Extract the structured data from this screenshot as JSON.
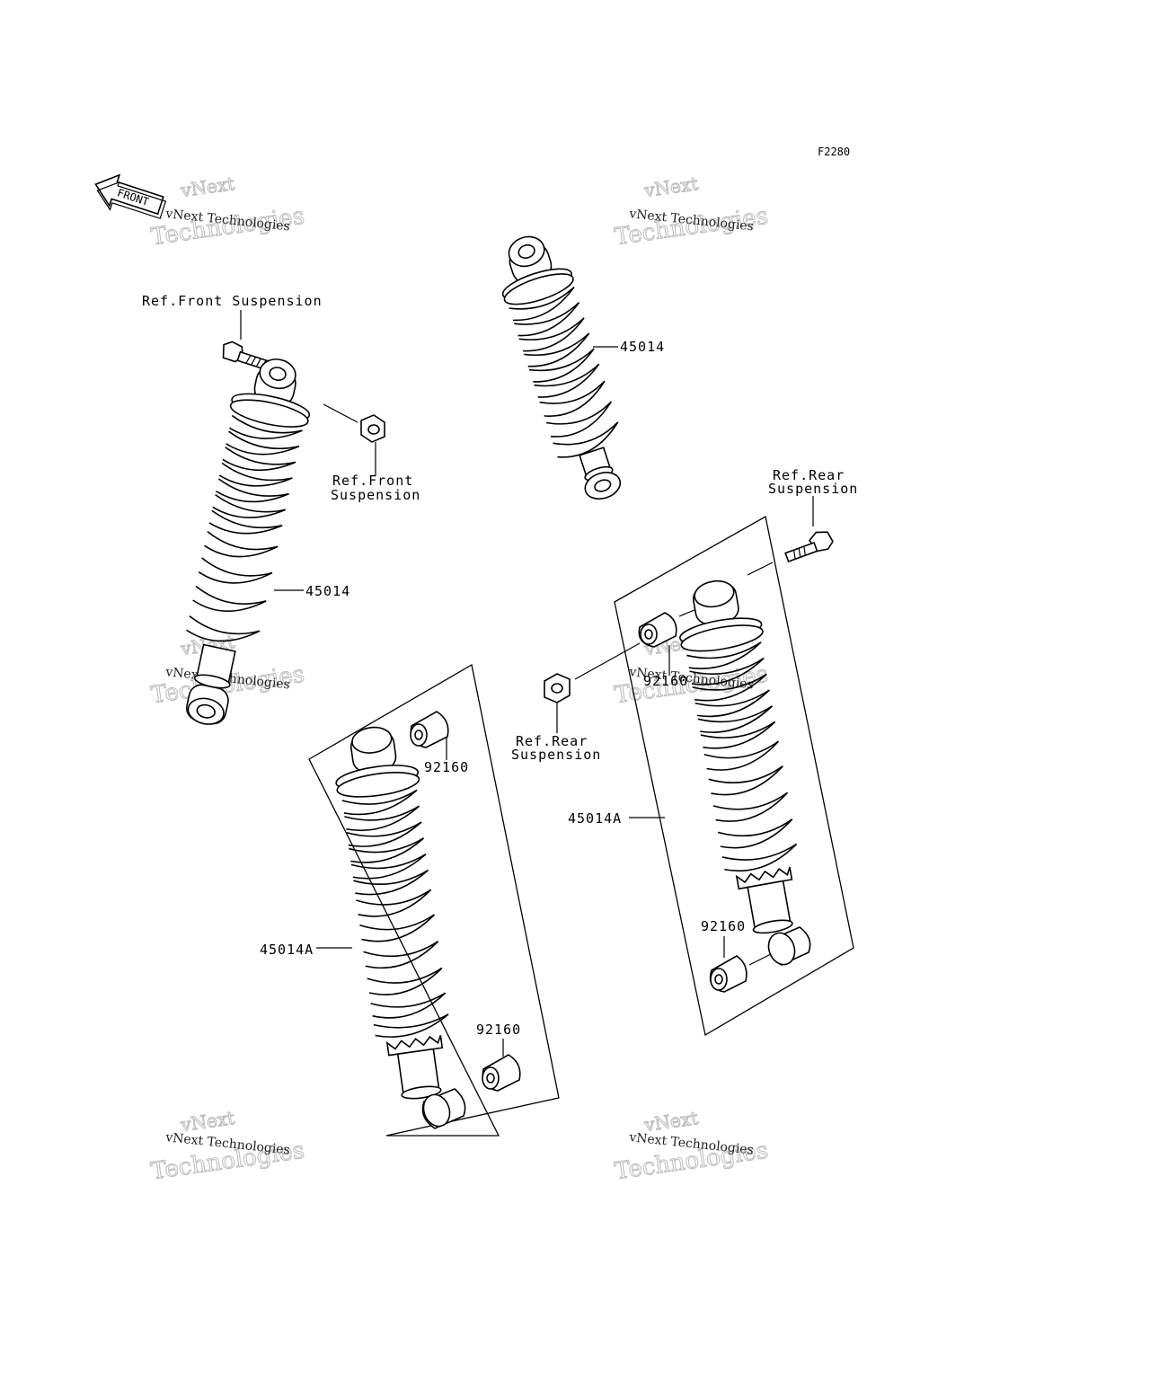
{
  "figure_code": "F2280",
  "front_arrow": {
    "label": "FRONT",
    "icon": "front-arrow-icon"
  },
  "watermark": {
    "line1": "vNext Technologies",
    "line2": "vNext",
    "line3": "Technologies"
  },
  "labels": {
    "ref_front_suspension_top": "Ref.Front Suspension",
    "ref_front_suspension_nut_1": "Ref.Front",
    "ref_front_suspension_nut_2": "Suspension",
    "part_45014_upper": "45014",
    "part_45014_left": "45014",
    "ref_rear_suspension_bolt_1": "Ref.Rear",
    "ref_rear_suspension_bolt_2": "Suspension",
    "ref_rear_suspension_nut_1": "Ref.Rear",
    "ref_rear_suspension_nut_2": "Suspension",
    "part_92160_right_top": "92160",
    "part_92160_left_top": "92160",
    "part_45014A_right": "45014A",
    "part_45014A_left": "45014A",
    "part_92160_right_bottom": "92160",
    "part_92160_left_bottom": "92160"
  }
}
